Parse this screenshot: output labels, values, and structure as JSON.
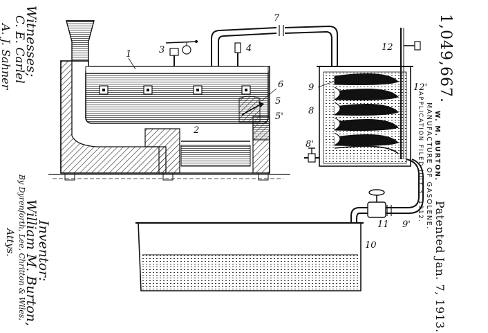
{
  "patent": {
    "number": "1,049,667.",
    "inventor_line": "W. M. BURTON.",
    "title": "MANUFACTURE OF GASOLENE.",
    "application": "APPLICATION FILED JULY 3, 1912.",
    "patented": "Patented Jan. 7, 1913."
  },
  "signatures": {
    "witnesses_label": "Witnesses;",
    "witness_1": "C. E. Carlel",
    "witness_2": "A. J. Sahner",
    "inventor_label": "Inventor:",
    "inventor_name": "William M. Burton,",
    "attorney_line": "By Dyrenforth, Lee, Chritton & Wiles,",
    "attys": "Attys."
  },
  "labels": {
    "n1": "1",
    "n2": "2",
    "n3": "3",
    "n4": "4",
    "n5": "5",
    "n5p": "5'",
    "n6": "6",
    "n7": "7",
    "n8": "8",
    "n8p": "8'",
    "n9": "9",
    "n9p": "9'",
    "n10": "10",
    "n11": "11",
    "n12": "12",
    "n12p": "12'"
  }
}
